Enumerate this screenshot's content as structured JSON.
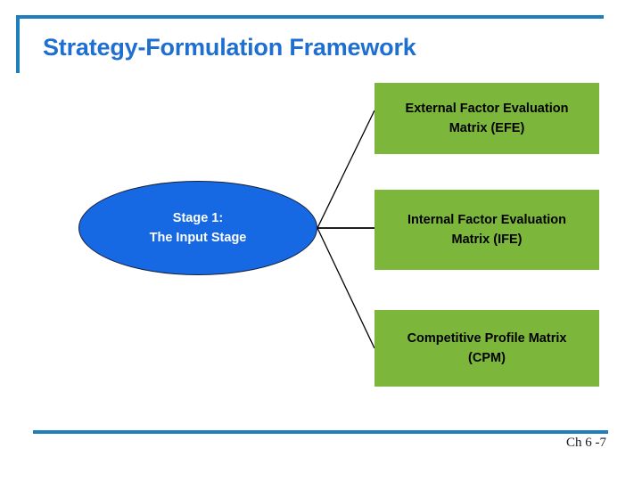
{
  "slide": {
    "title": "Strategy-Formulation Framework",
    "footer_reference": "Ch 6 -7",
    "accent_color": "#1F7EBD",
    "title_color": "#1F6FD0",
    "box_color": "#7CB73C",
    "ellipse_color": "#1668E3"
  },
  "stage": {
    "line1": "Stage 1:",
    "line2": "The Input Stage"
  },
  "boxes": [
    {
      "id": "efe",
      "line1": "External Factor Evaluation",
      "line2": "Matrix (EFE)"
    },
    {
      "id": "ife",
      "line1": "Internal Factor Evaluation",
      "line2": "Matrix (IFE)"
    },
    {
      "id": "cpm",
      "line1": "Competitive Profile Matrix",
      "line2": "(CPM)"
    }
  ]
}
